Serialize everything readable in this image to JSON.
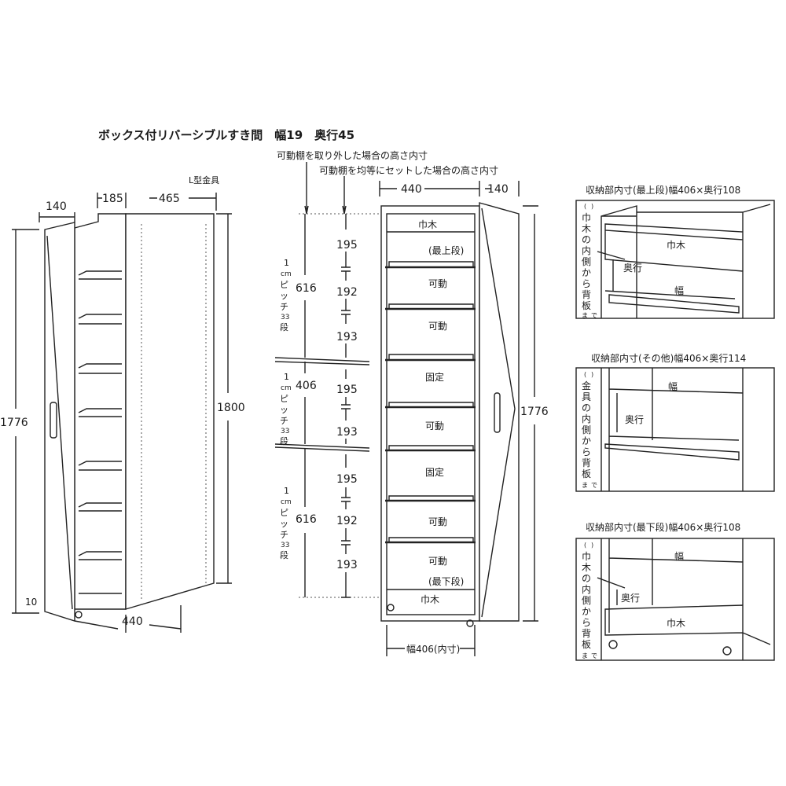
{
  "title": "ボックス付リバーシブルすき間　幅19　奥行45",
  "left_view": {
    "dim_140": "140",
    "dim_185": "185",
    "dim_465": "465",
    "l_bracket": "L型金具",
    "height_1776": "1776",
    "height_1800": "1800",
    "dim_10": "10",
    "depth_440": "440"
  },
  "front_view": {
    "note_removed": "可動棚を取り外した場合の高さ内寸",
    "note_even": "可動棚を均等にセットした場合の高さ内寸",
    "width_440": "440",
    "width_140": "140",
    "height_1776": "1776",
    "inner_width": "幅406(内寸)",
    "groups": [
      {
        "value": "616",
        "pitch": [
          "1",
          "cm",
          "ピ",
          "ッ",
          "チ",
          "33",
          "段"
        ]
      },
      {
        "value": "406",
        "pitch": [
          "1",
          "cm",
          "ピ",
          "ッ",
          "チ",
          "33",
          "段"
        ]
      },
      {
        "value": "616",
        "pitch": [
          "1",
          "cm",
          "ピ",
          "ッ",
          "チ",
          "33",
          "段"
        ]
      }
    ],
    "even_heights": [
      "195",
      "192",
      "193",
      "195",
      "193",
      "195",
      "192",
      "193"
    ],
    "shelf_labels": [
      "巾木",
      "(最上段)",
      "可動",
      "可動",
      "固定",
      "可動",
      "固定",
      "可動",
      "可動",
      "(最下段)",
      "巾木"
    ]
  },
  "detail_panels": [
    {
      "title": "収納部内寸(最上段)幅406×奥行108",
      "side_note": [
        "(",
        "巾",
        "木",
        "の",
        "内",
        "側",
        "か",
        "ら",
        "背",
        "板",
        "ま",
        "で",
        ")"
      ],
      "label_kick": "巾木",
      "label_depth": "奥行",
      "label_width": "幅"
    },
    {
      "title": "収納部内寸(その他)幅406×奥行114",
      "side_note": [
        "(",
        "金",
        "具",
        "の",
        "内",
        "側",
        "か",
        "ら",
        "背",
        "板",
        "ま",
        "で",
        ")"
      ],
      "label_width": "幅",
      "label_depth": "奥行"
    },
    {
      "title": "収納部内寸(最下段)幅406×奥行108",
      "side_note": [
        "(",
        "巾",
        "木",
        "の",
        "内",
        "側",
        "か",
        "ら",
        "背",
        "板",
        "ま",
        "で",
        ")"
      ],
      "label_width": "幅",
      "label_depth": "奥行",
      "label_kick": "巾木"
    }
  ]
}
